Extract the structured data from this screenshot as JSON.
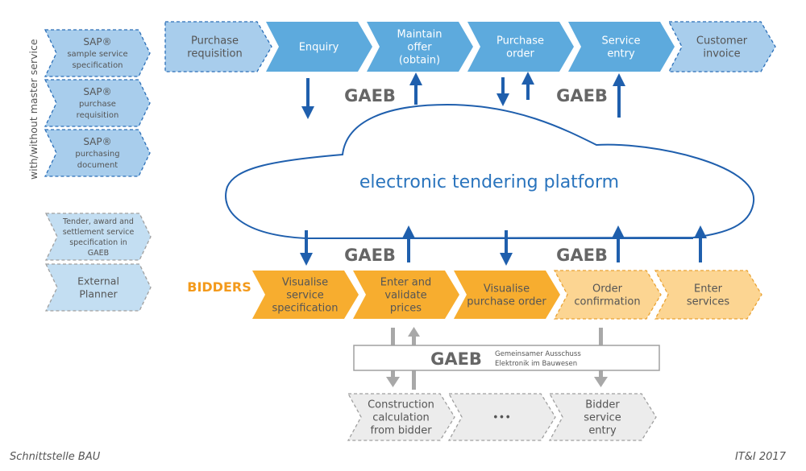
{
  "colors": {
    "primary_blue": "#5daadd",
    "light_blue": "#a8cdec",
    "pale_blue": "#c3def2",
    "dash_blue": "#2b6fb8",
    "arrow_blue": "#1f5fad",
    "orange": "#f7ad2f",
    "light_orange": "#fcd592",
    "dash_orange": "#e9a233",
    "bidders_orange": "#f39a1c",
    "gray_box": "#ececec",
    "gray_dash": "#a0a0a0",
    "gray_arrow": "#a8a8a8",
    "text_dark": "#555555",
    "text_white": "#ffffff",
    "gaeb_gray": "#666666",
    "cloud_text": "#2a74bd"
  },
  "side_label": "with/without master service",
  "sap_boxes": [
    {
      "title": "SAP®",
      "lines": [
        "sample service",
        "specification"
      ]
    },
    {
      "title": "SAP®",
      "lines": [
        "purchase",
        "requisition"
      ]
    },
    {
      "title": "SAP®",
      "lines": [
        "purchasing",
        "document"
      ]
    }
  ],
  "external_boxes": [
    {
      "lines": [
        "Tender, award and",
        "settlement service",
        "specification in",
        "GAEB"
      ]
    },
    {
      "lines": [
        "External",
        "Planner"
      ]
    }
  ],
  "top_process": [
    {
      "lines": [
        "Purchase",
        "requisition"
      ],
      "style": "dashed"
    },
    {
      "lines": [
        "Enquiry"
      ],
      "style": "solid"
    },
    {
      "lines": [
        "Maintain",
        "offer",
        "(obtain)"
      ],
      "style": "solid"
    },
    {
      "lines": [
        "Purchase",
        "order"
      ],
      "style": "solid"
    },
    {
      "lines": [
        "Service",
        "entry"
      ],
      "style": "solid"
    },
    {
      "lines": [
        "Customer",
        "invoice"
      ],
      "style": "dashed"
    }
  ],
  "gaeb_label": "GAEB",
  "cloud_label": "electronic tendering platform",
  "bidders_label": "BIDDERS",
  "bidder_process": [
    {
      "lines": [
        "Visualise",
        "service",
        "specification"
      ],
      "style": "solid"
    },
    {
      "lines": [
        "Enter and",
        "validate",
        "prices"
      ],
      "style": "solid"
    },
    {
      "lines": [
        "Visualise",
        "purchase order"
      ],
      "style": "solid"
    },
    {
      "lines": [
        "Order",
        "confirmation"
      ],
      "style": "dashed"
    },
    {
      "lines": [
        "Enter",
        "services"
      ],
      "style": "dashed"
    }
  ],
  "gaeb_box": {
    "title": "GAEB",
    "subtitle_lines": [
      "Gemeinsamer Ausschuss",
      "Elektronik im Bauwesen"
    ]
  },
  "bottom_process": [
    {
      "lines": [
        "Construction",
        "calculation",
        "from bidder"
      ]
    },
    {
      "lines": [
        "•••"
      ]
    },
    {
      "lines": [
        "Bidder",
        "service",
        "entry"
      ]
    }
  ],
  "footer": {
    "left": "Schnittstelle BAU",
    "right": "IT&I 2017"
  }
}
